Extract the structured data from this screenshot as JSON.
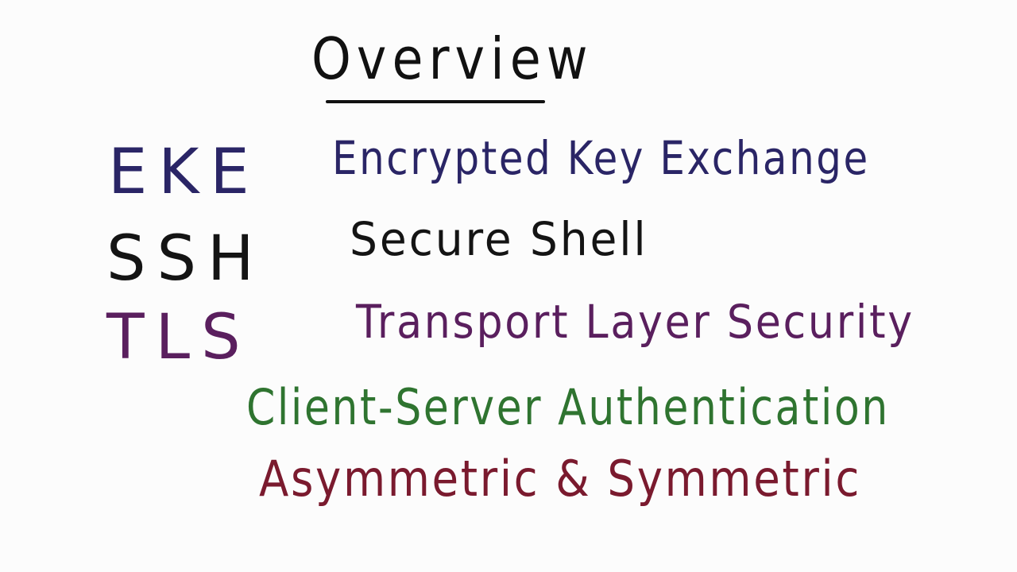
{
  "slide": {
    "title": "Overview",
    "background_color": "#fcfcfc",
    "acronyms": [
      {
        "abbr": "EKE",
        "full": "Encrypted Key Exchange",
        "color": "#2a2566"
      },
      {
        "abbr": "SSH",
        "full": "Secure Shell",
        "color": "#141414"
      },
      {
        "abbr": "TLS",
        "full": "Transport Layer Security",
        "color": "#5a1f5e"
      }
    ],
    "concepts": [
      {
        "text": "Client-Server Authentication",
        "color": "#2f7430"
      },
      {
        "text": "Asymmetric & Symmetric",
        "color": "#7a1a2e"
      }
    ]
  }
}
